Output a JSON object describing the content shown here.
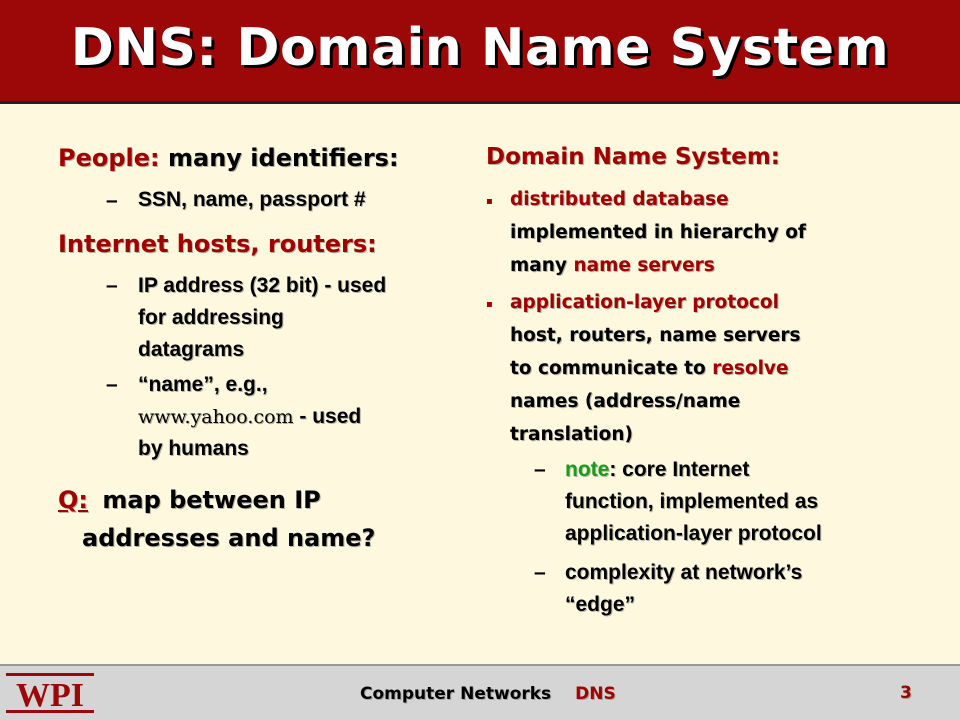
{
  "title": "DNS: Domain Name System",
  "left": {
    "people_label": "People:",
    "people_rest": "many identifiers:",
    "people_sub": "SSN, name, passport #",
    "hosts_heading": "Internet hosts, routers:",
    "ip_line1": "IP address (32 bit) - used",
    "ip_line2": "for addressing",
    "ip_line3": "datagrams",
    "name_line1": "“name”, e.g.,",
    "name_url": "www.yahoo.com",
    "name_used": "- used",
    "name_line3": "by humans",
    "q_label": "Q:",
    "q_line1": "map between IP",
    "q_line2": "addresses and name?"
  },
  "right": {
    "heading": "Domain Name System:",
    "b1_line1": "distributed database",
    "b1_line2": "implemented in hierarchy of",
    "b1_line3_a": "many",
    "b1_line3_b": "name servers",
    "b2_line1": "application-layer protocol",
    "b2_line2": "host, routers, name servers",
    "b2_line3_a": "to communicate to",
    "b2_line3_b": "resolve",
    "b2_line4": "names (address/name",
    "b2_line5": "translation)",
    "s1_note": "note",
    "s1_line1_rest": ": core Internet",
    "s1_line2": "function, implemented as",
    "s1_line3": "application-layer protocol",
    "s2_line1": "complexity at network’s",
    "s2_line2": "“edge”"
  },
  "footer": {
    "logo": "WPI",
    "course": "Computer Networks",
    "topic": "DNS",
    "page": "3"
  },
  "colors": {
    "header": "#9c0707",
    "accent_red": "#a00000",
    "note_green": "#1a9b1a",
    "background": "#fdf8de"
  }
}
